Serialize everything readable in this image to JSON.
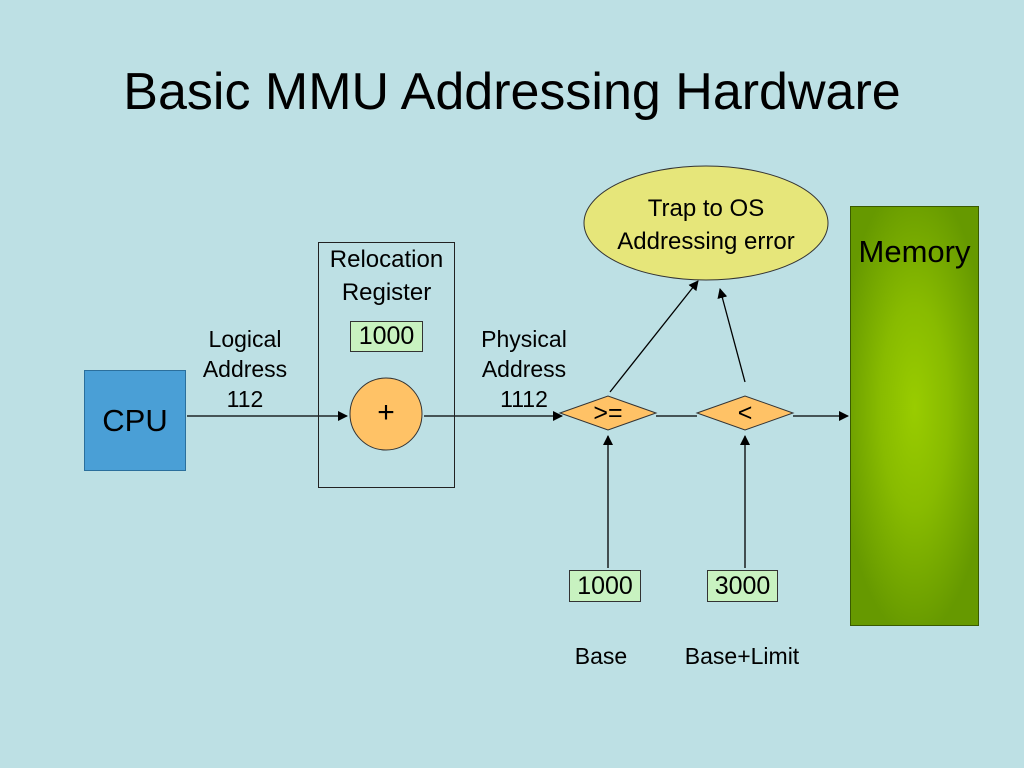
{
  "title": "Basic MMU Addressing Hardware",
  "cpu_label": "CPU",
  "relocation_register": {
    "label_line1": "Relocation",
    "label_line2": "Register",
    "value": "1000"
  },
  "adder_symbol": "+",
  "logical_address": {
    "line1": "Logical",
    "line2": "Address",
    "value": "112"
  },
  "physical_address": {
    "line1": "Physical",
    "line2": "Address",
    "value": "1112"
  },
  "trap": {
    "line1": "Trap to OS",
    "line2": "Addressing error"
  },
  "compare_ge": ">=",
  "compare_lt": "<",
  "base": {
    "value": "1000",
    "label": "Base"
  },
  "base_limit": {
    "value": "3000",
    "label": "Base+Limit"
  },
  "memory_label": "Memory",
  "colors": {
    "background": "#bde0e4",
    "cpu": "#4a9fd6",
    "value_box": "#c8f2c0",
    "adder": "#ffc266",
    "trap": "#e6e67a",
    "memory": "#88bb00"
  }
}
